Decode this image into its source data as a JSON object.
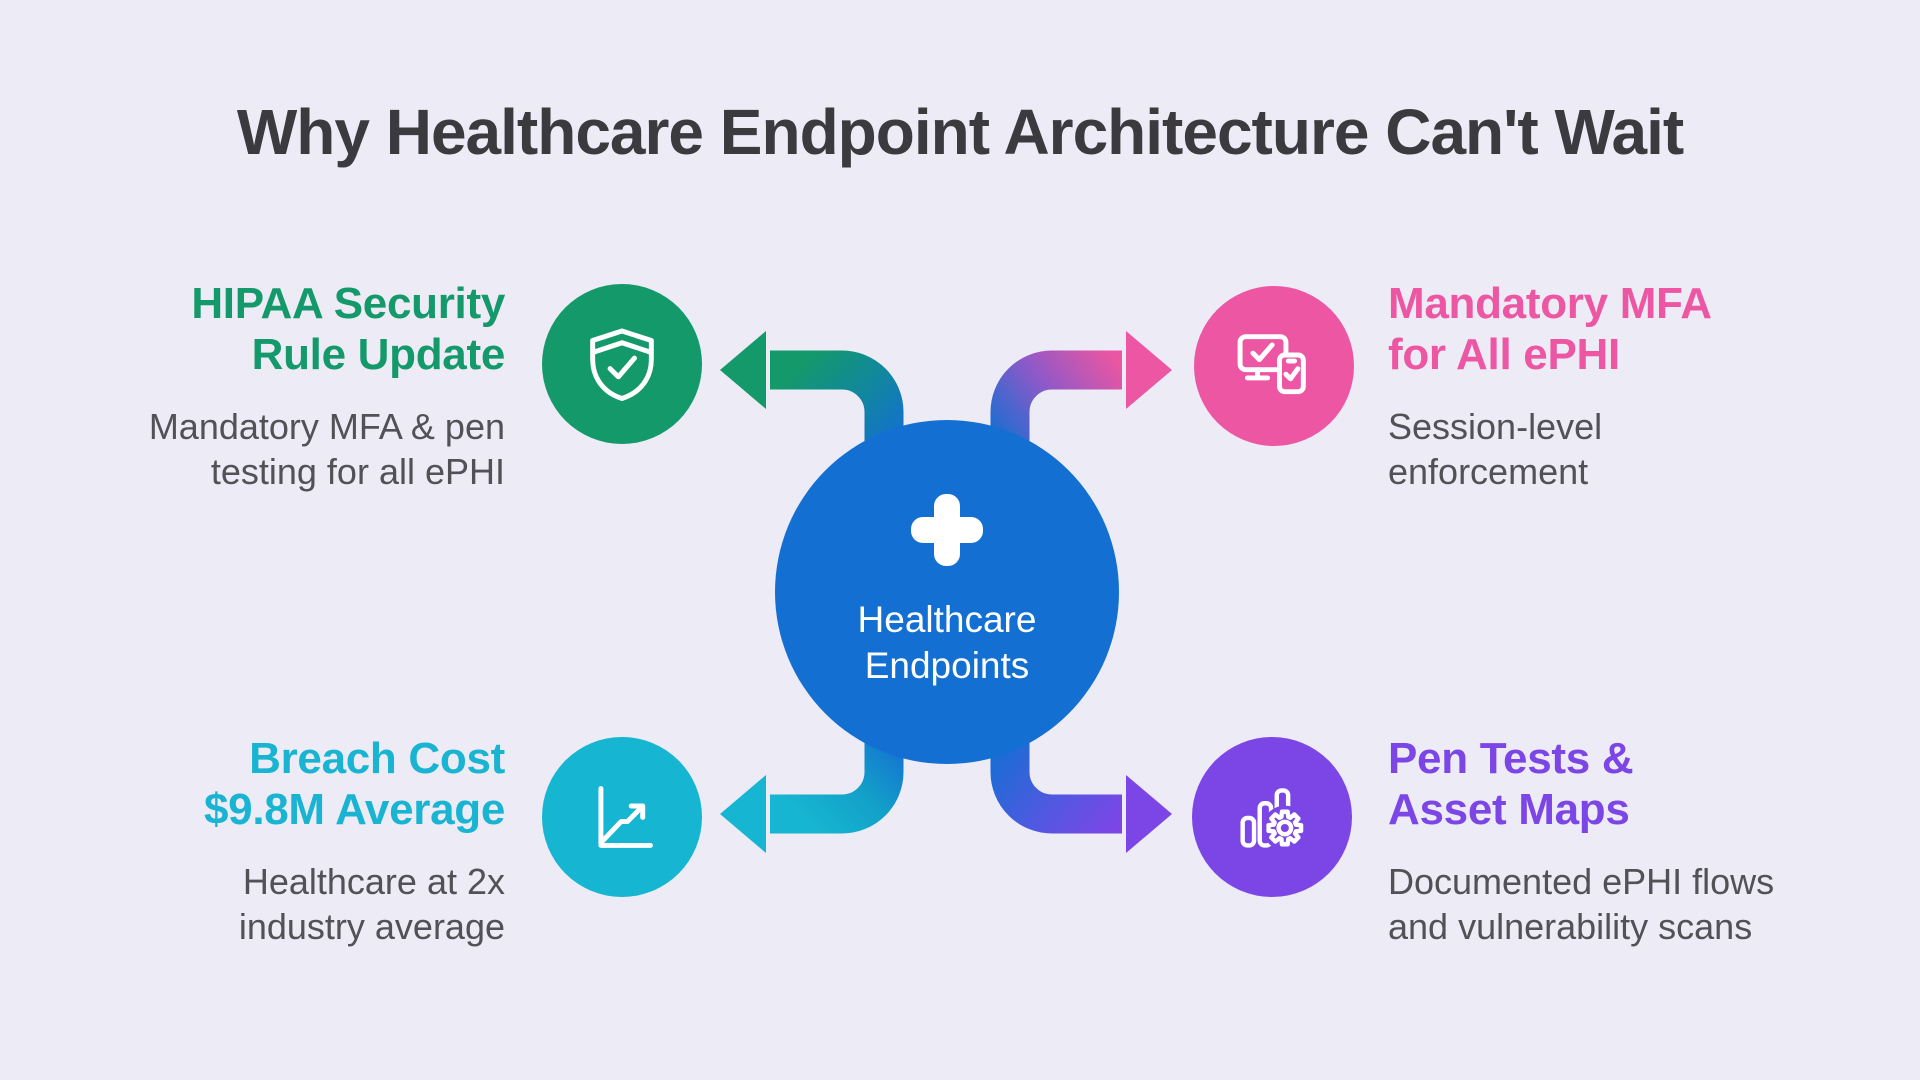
{
  "title": "Why Healthcare Endpoint Architecture Can't Wait",
  "background_color": "#EDEBF5",
  "title_color": "#3A3A3F",
  "body_text_color": "#515157",
  "hub": {
    "icon": "medical-cross-icon",
    "color": "#146FD2",
    "label_lines": [
      "Healthcare",
      "Endpoints"
    ]
  },
  "nodes": {
    "top_left": {
      "icon": "shield-check-icon",
      "accent": "#14996B",
      "heading_lines": [
        "HIPAA Security",
        "Rule Update"
      ],
      "body_lines": [
        "Mandatory MFA & pen",
        "testing for all ePHI"
      ]
    },
    "top_right": {
      "icon": "devices-check-icon",
      "accent": "#EC56A2",
      "heading_lines": [
        "Mandatory MFA",
        "for All ePHI"
      ],
      "body_lines": [
        "Session-level",
        "enforcement"
      ]
    },
    "bottom_left": {
      "icon": "trend-line-icon",
      "accent": "#16B6D2",
      "heading_lines": [
        "Breach Cost",
        "$9.8M Average"
      ],
      "body_lines": [
        "Healthcare at 2x",
        "industry average"
      ]
    },
    "bottom_right": {
      "icon": "bars-gear-icon",
      "accent": "#7C46E6",
      "heading_lines": [
        "Pen Tests &",
        "Asset Maps"
      ],
      "body_lines": [
        "Documented ePHI flows",
        "and vulnerability scans"
      ]
    }
  }
}
